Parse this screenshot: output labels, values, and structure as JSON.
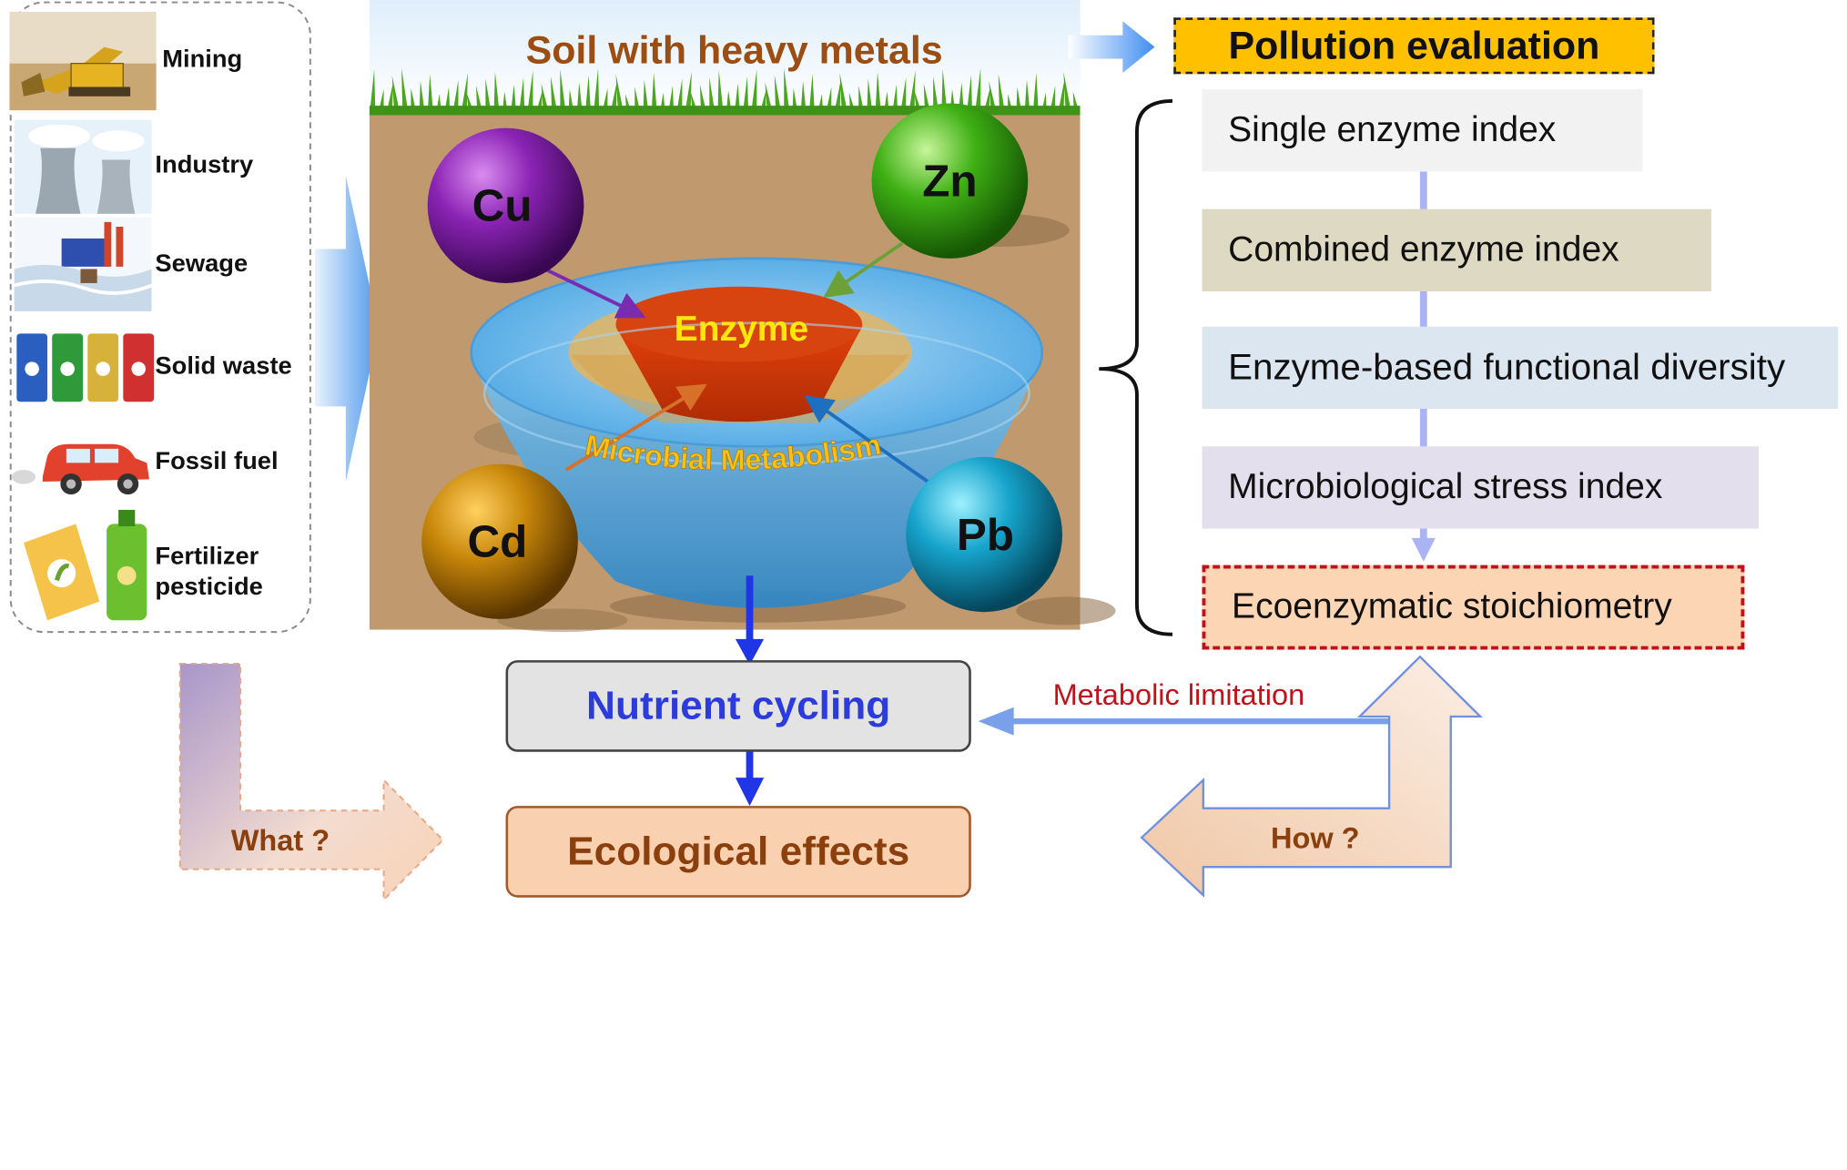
{
  "sources": [
    {
      "label": "Mining",
      "icon": "mining-excavator-icon"
    },
    {
      "label": "Industry",
      "icon": "cooling-tower-icon"
    },
    {
      "label": "Sewage",
      "icon": "sewage-factory-icon"
    },
    {
      "label": "Solid waste",
      "icon": "waste-bins-icon"
    },
    {
      "label": "Fossil fuel",
      "icon": "car-icon"
    },
    {
      "label": "Fertilizer\npesticide",
      "icon": "fertilizer-bag-icon"
    }
  ],
  "soil": {
    "title": "Soil with heavy metals",
    "metals": {
      "cu": "Cu",
      "zn": "Zn",
      "cd": "Cd",
      "pb": "Pb"
    },
    "enzyme_label": "Enzyme",
    "metabolism_label": "Microbial Metabolism"
  },
  "evaluation": {
    "title": "Pollution evaluation",
    "items": [
      "Single enzyme index",
      "Combined enzyme index",
      "Enzyme-based functional diversity",
      "Microbiological stress index",
      "Ecoenzymatic stoichiometry"
    ]
  },
  "flow": {
    "nutrient_cycling": "Nutrient cycling",
    "ecological_effects": "Ecological effects",
    "metabolic_limitation": "Metabolic limitation",
    "what": "What ?",
    "how": "How ?"
  },
  "colors": {
    "soil_brown": "#c09a6e",
    "title_brown": "#9b4d12",
    "nutrient_blue": "#2b3bdc",
    "metabolic_red": "#c0121a",
    "eval_header": "#ffc000",
    "cu": "#7a1fa0",
    "zn": "#3aa614",
    "cd": "#c98a0a",
    "pb": "#1aa0c8"
  }
}
